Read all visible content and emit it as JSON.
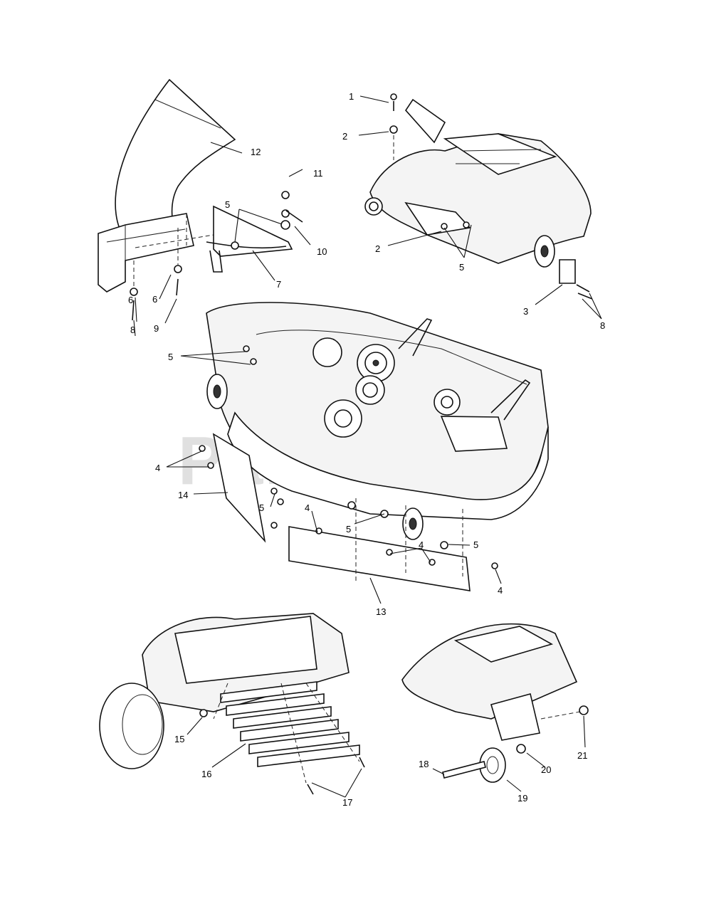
{
  "watermark": "PartsTree",
  "callouts": {
    "c1": "1",
    "c2a": "2",
    "c2b": "2",
    "c3": "3",
    "c4a": "4",
    "c4b": "4",
    "c4c": "4",
    "c4d": "4",
    "c5a": "5",
    "c5b": "5",
    "c5c": "5",
    "c5d": "5",
    "c5e": "5",
    "c5f": "5",
    "c6a": "6",
    "c6b": "6",
    "c7": "7",
    "c8a": "8",
    "c8b": "8",
    "c9": "9",
    "c10": "10",
    "c11": "11",
    "c12": "12",
    "c13": "13",
    "c14": "14",
    "c15": "15",
    "c16": "16",
    "c17": "17",
    "c18": "18",
    "c19": "19",
    "c20": "20",
    "c21": "21"
  }
}
